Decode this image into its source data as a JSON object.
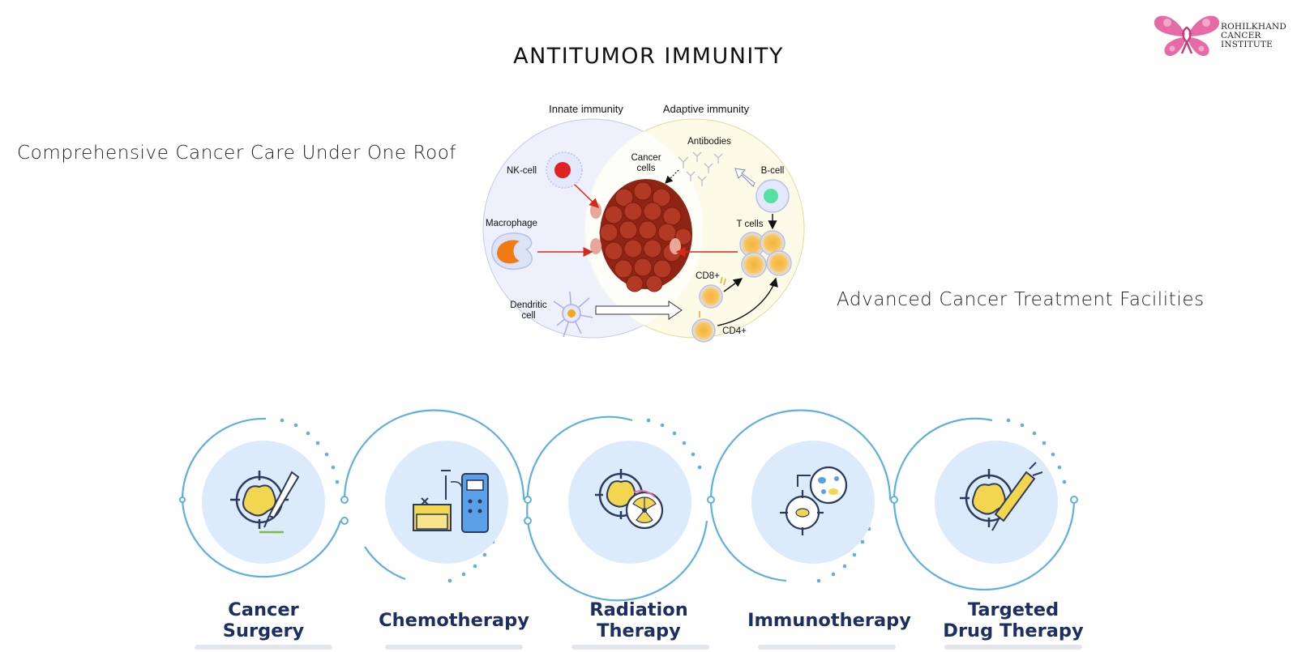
{
  "page": {
    "title": "ANTITUMOR IMMUNITY",
    "tagline_left": "Comprehensive Cancer Care Under One Roof",
    "tagline_right": "Advanced Cancer Treatment Facilities"
  },
  "logo": {
    "line1": "ROHILKHAND",
    "line2": "CANCER",
    "line3": "INSTITUTE",
    "color": "#e0609b"
  },
  "diagram": {
    "innate_label": "Innate immunity",
    "adaptive_label": "Adaptive immunity",
    "cancer_cells_line1": "Cancer",
    "cancer_cells_line2": "cells",
    "nk_cell": "NK-cell",
    "macrophage": "Macrophage",
    "dendritic_line1": "Dendritic",
    "dendritic_line2": "cell",
    "antibodies": "Antibodies",
    "b_cell": "B-cell",
    "t_cells": "T cells",
    "cd8": "CD8+",
    "cd4": "CD4+",
    "innate_color": "#eef0fb",
    "adaptive_color": "#fbfbe6",
    "tumor_color": "#a3311f"
  },
  "treatments": [
    {
      "line1": "Cancer",
      "line2": "Surgery",
      "icon": "surgery-icon"
    },
    {
      "line1": "",
      "line2": "Chemotherapy",
      "icon": "chemotherapy-icon"
    },
    {
      "line1": "Radiation",
      "line2": "Therapy",
      "icon": "radiation-icon"
    },
    {
      "line1": "",
      "line2": "Immunotherapy",
      "icon": "immunotherapy-icon"
    },
    {
      "line1": "Targeted",
      "line2": "Drug Therapy",
      "icon": "targeted-drug-icon"
    }
  ],
  "colors": {
    "ring": "#5fb0dc",
    "disc": "#dcebfb",
    "label": "#1d2f62",
    "tumor_yellow": "#f2d64f"
  }
}
